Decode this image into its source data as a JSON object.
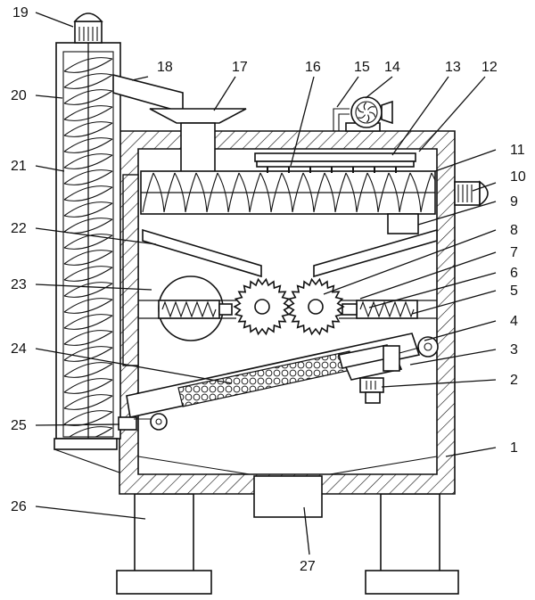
{
  "figure": {
    "callouts": [
      {
        "id": "c1",
        "text": "1"
      },
      {
        "id": "c2",
        "text": "2"
      },
      {
        "id": "c3",
        "text": "3"
      },
      {
        "id": "c4",
        "text": "4"
      },
      {
        "id": "c5",
        "text": "5"
      },
      {
        "id": "c6",
        "text": "6"
      },
      {
        "id": "c7",
        "text": "7"
      },
      {
        "id": "c8",
        "text": "8"
      },
      {
        "id": "c9",
        "text": "9"
      },
      {
        "id": "c10",
        "text": "10"
      },
      {
        "id": "c11",
        "text": "11"
      },
      {
        "id": "c12",
        "text": "12"
      },
      {
        "id": "c13",
        "text": "13"
      },
      {
        "id": "c14",
        "text": "14"
      },
      {
        "id": "c15",
        "text": "15"
      },
      {
        "id": "c16",
        "text": "16"
      },
      {
        "id": "c17",
        "text": "17"
      },
      {
        "id": "c18",
        "text": "18"
      },
      {
        "id": "c19",
        "text": "19"
      },
      {
        "id": "c20",
        "text": "20"
      },
      {
        "id": "c21",
        "text": "21"
      },
      {
        "id": "c22",
        "text": "22"
      },
      {
        "id": "c23",
        "text": "23"
      },
      {
        "id": "c24",
        "text": "24"
      },
      {
        "id": "c25",
        "text": "25"
      },
      {
        "id": "c26",
        "text": "26"
      },
      {
        "id": "c27",
        "text": "27"
      }
    ]
  }
}
